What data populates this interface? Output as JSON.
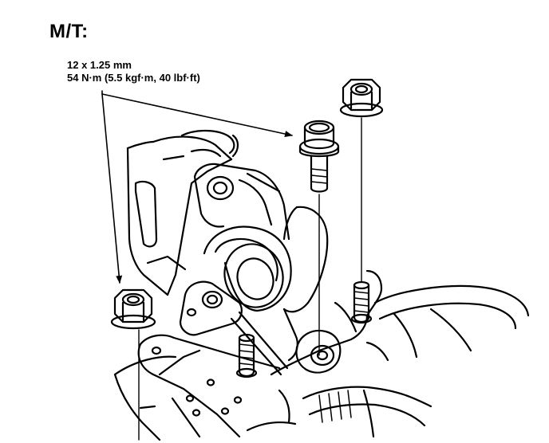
{
  "diagram": {
    "title": "M/T:",
    "callout": {
      "size": "12 x 1.25 mm",
      "torque": "54 N·m (5.5 kgf·m, 40 lbf·ft)"
    }
  },
  "parts": [
    {
      "name": "flange-bolt-icon"
    },
    {
      "name": "flange-nut-top-icon"
    },
    {
      "name": "flange-nut-left-icon"
    },
    {
      "name": "engine-mount-icon"
    },
    {
      "name": "frame-bracket-icon"
    }
  ]
}
